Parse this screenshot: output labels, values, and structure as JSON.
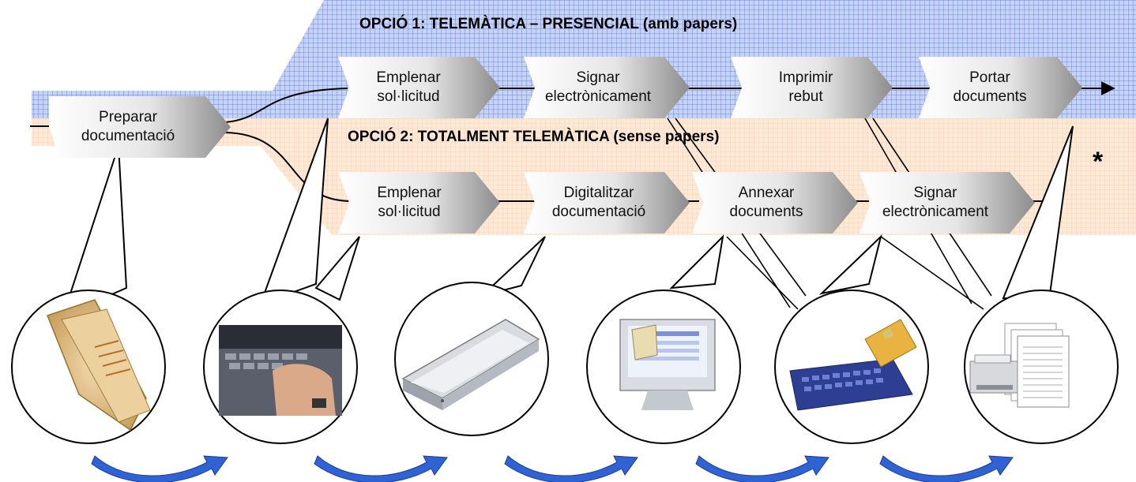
{
  "option1": {
    "title": "OPCIÓ 1: TELEMÀTICA – PRESENCIAL (amb papers)"
  },
  "option2": {
    "title": "OPCIÓ 2: TOTALMENT TELEMÀTICA (sense papers)"
  },
  "prepare": {
    "label": "Preparar\ndocumentació"
  },
  "option1_steps": [
    {
      "label": "Emplenar\nsol·licitud"
    },
    {
      "label": "Signar\nelectrònicament"
    },
    {
      "label": "Imprimir\nrebut"
    },
    {
      "label": "Portar\ndocuments"
    }
  ],
  "option2_steps": [
    {
      "label": "Emplenar\nsol·licitud"
    },
    {
      "label": "Digitalitzar\ndocumentació"
    },
    {
      "label": "Annexar\ndocuments"
    },
    {
      "label": "Signar\nelectrònicament"
    }
  ],
  "footnote_mark": "*",
  "illustrations": [
    "folder-icon",
    "laptop-keyboard-icon",
    "scanner-icon",
    "computer-monitor-icon",
    "keyboard-smartcard-icon",
    "printer-documents-icon"
  ],
  "colors": {
    "option1_band": "#b9c8ef",
    "option1_pattern": "#5a78d6",
    "option2_band": "#fbe3cf",
    "flow_arrow": "#2f63d3"
  }
}
